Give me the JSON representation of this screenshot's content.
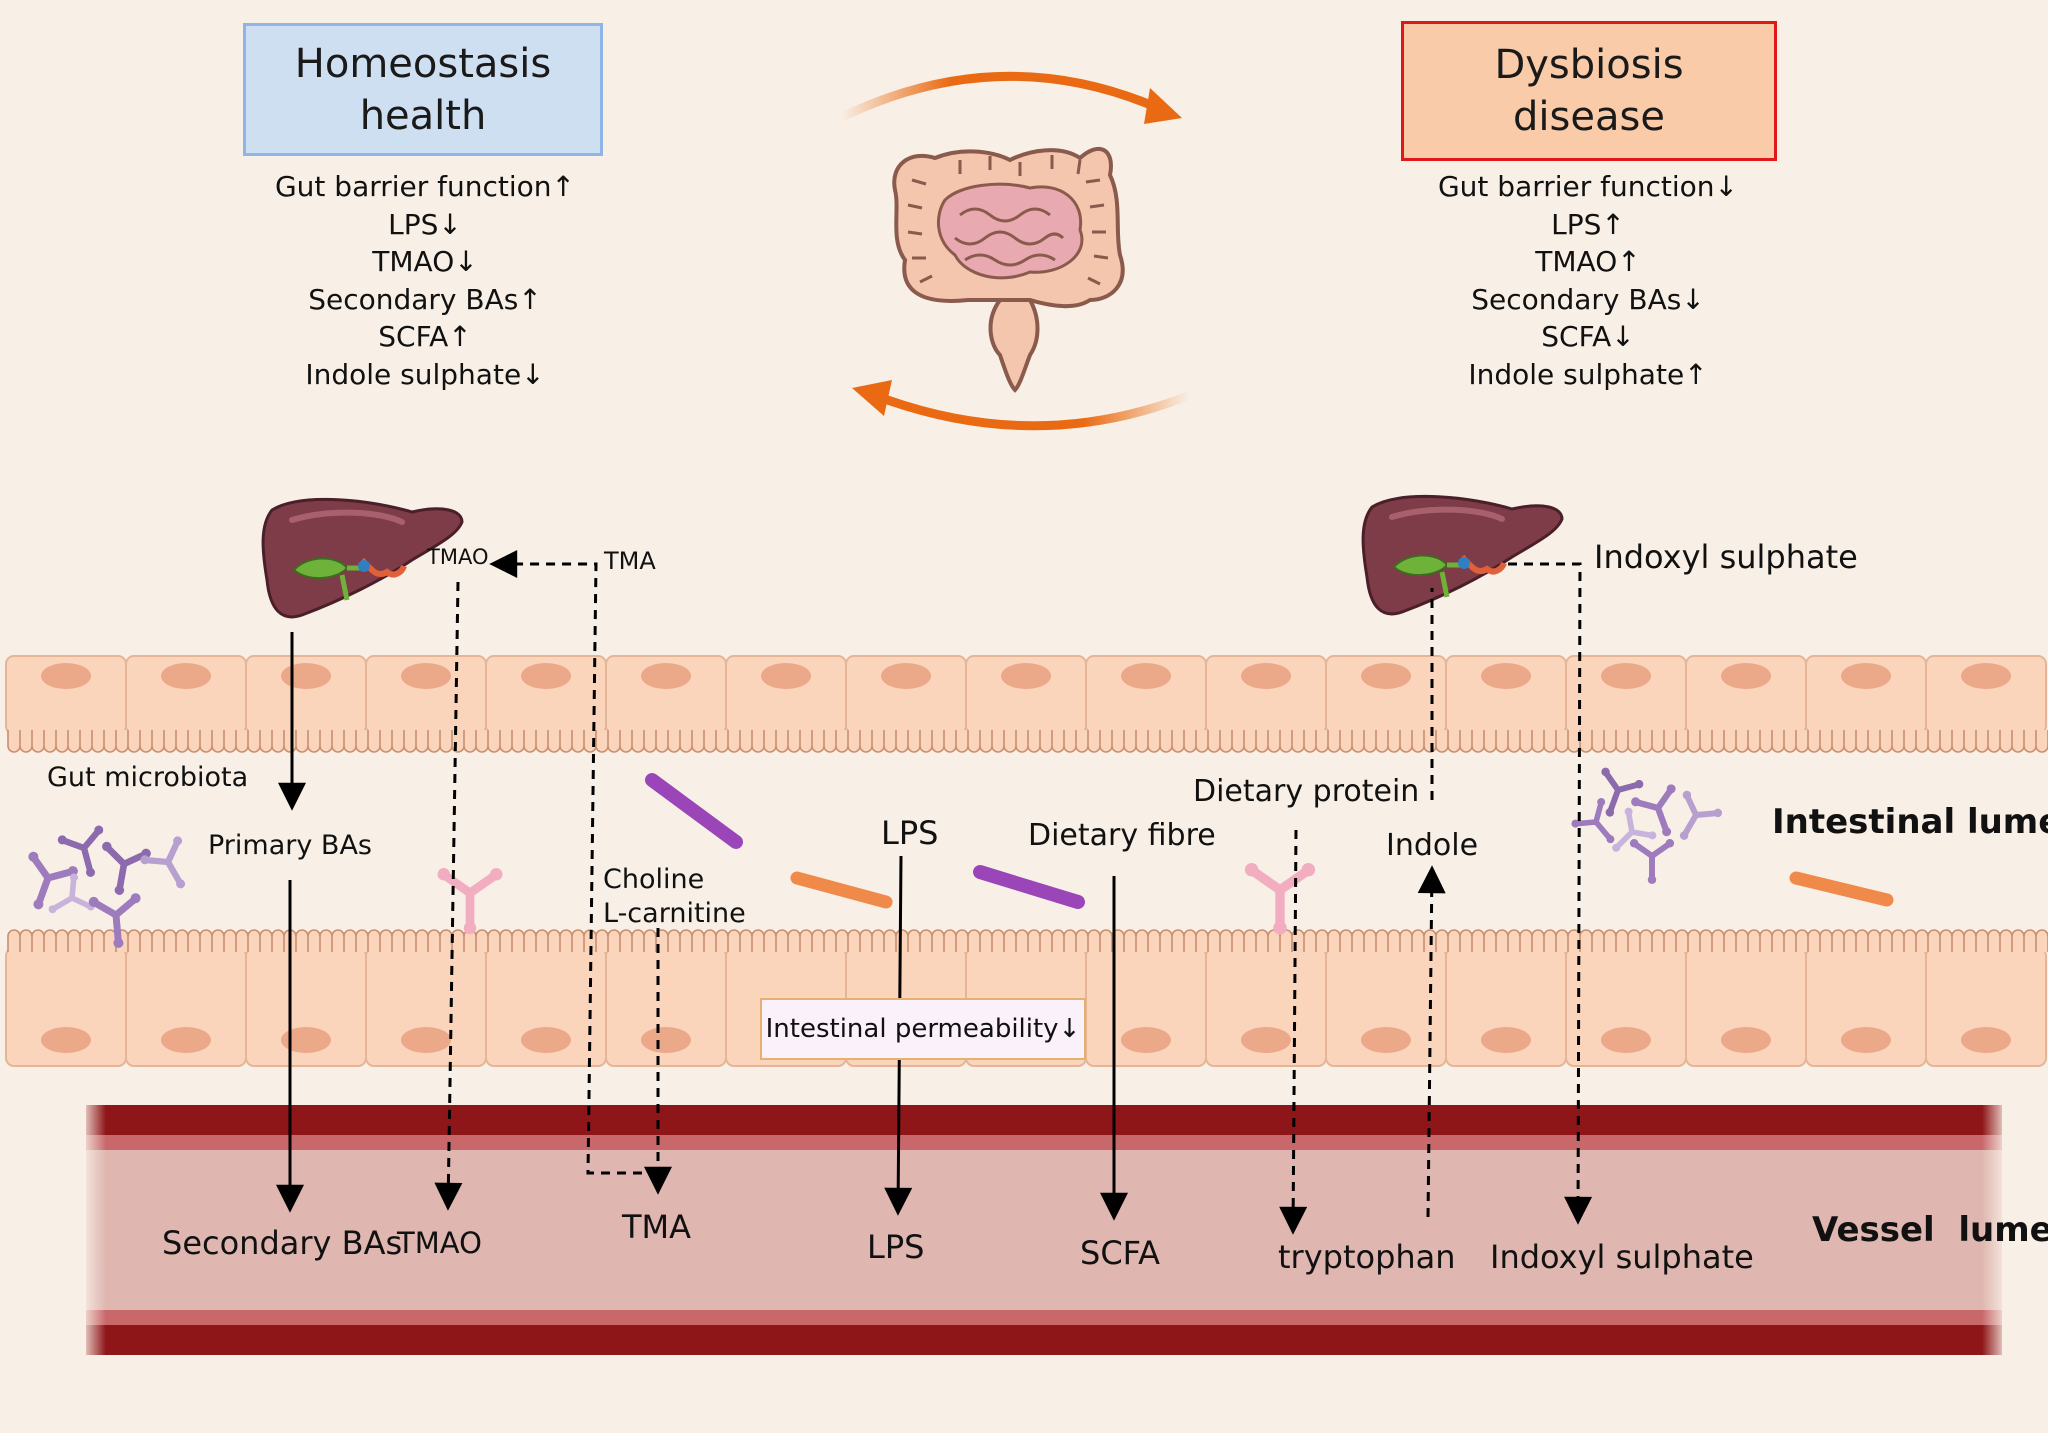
{
  "health": {
    "title": "Homeostasis\nhealth",
    "markers": [
      "Gut barrier function↑",
      "LPS↓",
      "TMAO↓",
      "Secondary BAs↑",
      "SCFA↑",
      "Indole sulphate↓"
    ]
  },
  "disease": {
    "title": "Dysbiosis\ndisease",
    "markers": [
      "Gut barrier function↓",
      "LPS↑",
      "TMAO↑",
      "Secondary BAs↓",
      "SCFA↓",
      "Indole sulphate↑"
    ]
  },
  "labels": {
    "tmao_liver": "TMAO",
    "tma_top": "TMA",
    "indoxyl_top": "Indoxyl sulphate",
    "gut_microbiota": "Gut microbiota",
    "primary_bas": "Primary BAs",
    "choline": "Choline",
    "l_carnitine": "L-carnitine",
    "lps_lumen": "LPS",
    "dietary_fibre": "Dietary fibre",
    "dietary_protein": "Dietary protein",
    "indole": "Indole",
    "intestinal_lumen": "Intestinal lumen",
    "intestinal_permeability": "Intestinal permeability↓",
    "secondary_bas": "Secondary BAs",
    "tmao_vessel": "TMAO",
    "tma_vessel": "TMA",
    "lps_vessel": "LPS",
    "scfa": "SCFA",
    "tryptophan": "tryptophan",
    "indoxyl_vessel": "Indoxyl sulphate",
    "vessel_lumen": "Vessel  lumen"
  },
  "colors": {
    "background": "#f8f0e6",
    "cell": "#fad5bc",
    "nucleus": "#eca98a",
    "vessel_wall": "#8e1518",
    "vessel_lumen": "#dfb6b0",
    "cycle_arrow": "#e96a12",
    "bacteria_orange": "#f08a4b",
    "bacteria_purple": "#9a45b8",
    "microbe_purple": "#9d7bbd",
    "microbe_pink": "#f3adc1",
    "liver": "#7e3b48",
    "gallbladder": "#6fb23a"
  }
}
